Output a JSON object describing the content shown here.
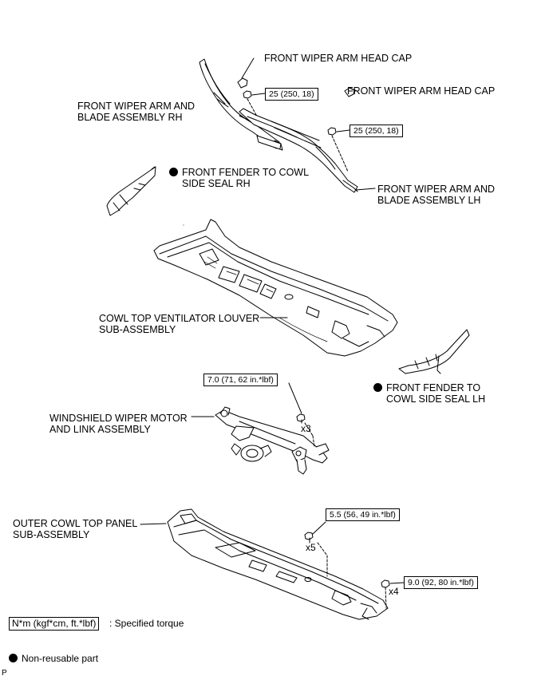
{
  "labels": {
    "head_cap_rh": "FRONT WIPER ARM HEAD CAP",
    "head_cap_lh": "FRONT WIPER ARM HEAD CAP",
    "arm_rh": [
      "FRONT WIPER ARM AND",
      "BLADE ASSEMBLY RH"
    ],
    "arm_lh": [
      "FRONT WIPER ARM AND",
      "BLADE ASSEMBLY LH"
    ],
    "seal_rh": [
      "FRONT FENDER TO COWL",
      "SIDE SEAL RH"
    ],
    "seal_lh": [
      "FRONT FENDER TO",
      "COWL SIDE SEAL LH"
    ],
    "louver": [
      "COWL TOP VENTILATOR LOUVER",
      "SUB-ASSEMBLY"
    ],
    "motor": [
      "WINDSHIELD WIPER MOTOR",
      "AND LINK ASSEMBLY"
    ],
    "outer_panel": [
      "OUTER COWL TOP PANEL",
      "SUB-ASSEMBLY"
    ]
  },
  "torque": {
    "arm_rh": "25 (250, 18)",
    "arm_lh": "25 (250, 18)",
    "motor": "7.0 (71, 62 in.*lbf)",
    "panel_a": "5.5 (56, 49 in.*lbf)",
    "panel_b": "9.0 (92, 80 in.*lbf)"
  },
  "counts": {
    "motor": "x3",
    "panel_a": "x5",
    "panel_b": "x4"
  },
  "legend": {
    "torque_unit": "N*m (kgf*cm, ft.*lbf)",
    "torque_desc": ": Specified torque",
    "non_reusable": "Non-reusable part"
  },
  "corner_mark": "P"
}
